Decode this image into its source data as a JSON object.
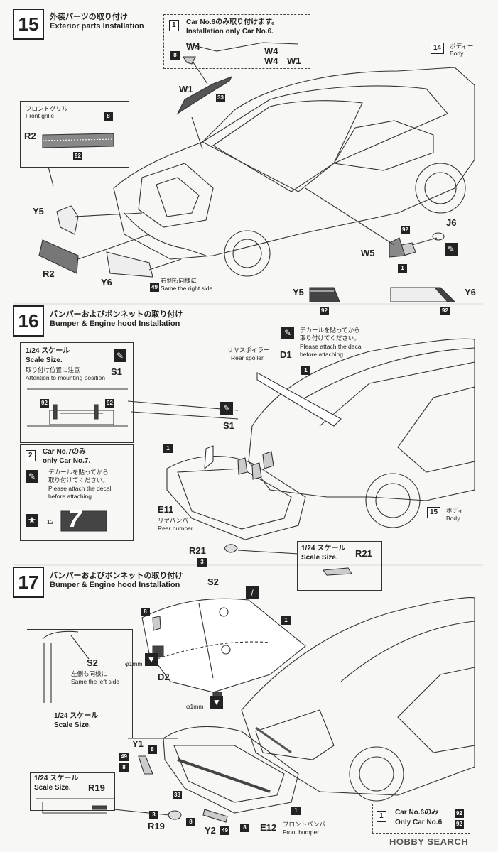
{
  "step15": {
    "number": "15",
    "title_jp": "外装パーツの取り付け",
    "title_en": "Exterior parts Installation",
    "note_title_jp": "Car No.6のみ取り付けます。",
    "note_title_en": "Installation only Car No.6.",
    "note_icon": "1",
    "labels": {
      "w4a": "W4",
      "w4b": "W4",
      "w1a": "W1",
      "w1b": "W1",
      "p8a": "8",
      "w1": "W1",
      "p33": "33",
      "body_num": "14",
      "body_jp": "ボディー",
      "body_en": "Body",
      "grille_jp": "フロントグリル",
      "grille_en": "Front grille",
      "r2a": "R2",
      "p8b": "8",
      "p92a": "92",
      "y5": "Y5",
      "r2b": "R2",
      "y6": "Y6",
      "p49": "49",
      "same_jp": "右側も同様に",
      "same_en": "Same the right side",
      "p92b": "92",
      "j6": "J6",
      "w5": "W5",
      "p1": "1",
      "y5b": "Y5",
      "y6b": "Y6",
      "p92c": "92",
      "p92d": "92"
    }
  },
  "step16": {
    "number": "16",
    "title_jp": "バンパーおよびボンネットの取り付け",
    "title_en": "Bumper & Engine hood Installation",
    "scale_jp": "1/24 スケール",
    "scale_en": "Scale Size.",
    "caution_jp": "取り付け位置に注意",
    "caution_en": "Attention to mounting position",
    "s1a": "S1",
    "p92a": "92",
    "p92b": "92",
    "car7_jp": "Car No.7のみ",
    "car7_en": "only Car No.7.",
    "car7_icon": "2",
    "decal_jp": "デカールを貼ってから",
    "decal_jp2": "取り付けてください。",
    "decal_en": "Please attach the decal",
    "decal_en2": "before attaching.",
    "star_num": "12",
    "big7": "7",
    "decal_top_jp": "デカールを貼ってから",
    "decal_top_jp2": "取り付けてください。",
    "decal_top_en": "Please attach the decal",
    "decal_top_en2": "before attaching.",
    "spoiler_jp": "リヤスポイラー",
    "spoiler_en": "Rear spoiler",
    "d1": "D1",
    "p1a": "1",
    "s1b": "S1",
    "p1b": "1",
    "e11": "E11",
    "rbumper_jp": "リヤバンパー",
    "rbumper_en": "Rear bumper",
    "r21": "R21",
    "p3": "3",
    "body_num": "15",
    "body_jp": "ボディー",
    "body_en": "Body",
    "scale2_jp": "1/24 スケール",
    "scale2_en": "Scale Size.",
    "r21b": "R21"
  },
  "step17": {
    "number": "17",
    "title_jp": "バンパーおよびボンネットの取り付け",
    "title_en": "Bumper & Engine hood Installation",
    "s2a": "S2",
    "p8a": "8",
    "p1a": "1",
    "d2": "D2",
    "phi1": "φ1mm",
    "phi2": "φ1mm",
    "s2b": "S2",
    "same_jp": "左側も同様に",
    "same_en": "Same the left side",
    "scale_jp": "1/24 スケール",
    "scale_en": "Scale Size.",
    "y1": "Y1",
    "p49a": "49",
    "p8b": "8",
    "p8c": "8",
    "scale2_jp": "1/24 スケール",
    "scale2_en": "Scale Size.",
    "r19a": "R19",
    "p3": "3",
    "r19b": "R19",
    "p33": "33",
    "p8d": "8",
    "y2": "Y2",
    "p49b": "49",
    "p8e": "8",
    "e12": "E12",
    "fbumper_jp": "フロントバンパー",
    "fbumper_en": "Front bumper",
    "p1b": "1",
    "note_jp": "Car No.6のみ",
    "note_en": "Only Car No.6",
    "note_icon": "1",
    "note_p1": "92",
    "note_p2": "92"
  },
  "watermark": "HOBBY SEARCH"
}
